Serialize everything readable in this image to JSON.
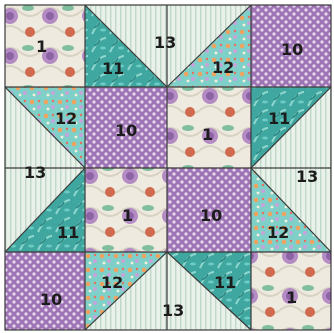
{
  "block": {
    "labels": {
      "r0c0": "1",
      "r0c1_top": "13",
      "r0c1_bottom": "11",
      "r0c2_top": "13",
      "r0c2_bottom": "12",
      "r0c3": "10",
      "r1c0_left": "13",
      "r1c0_right": "12",
      "r1c1": "10",
      "r1c2": "1",
      "r1c3_left": "11",
      "r1c3_right": "13",
      "r2c0_left": "13",
      "r2c0_right": "11",
      "r2c1": "1",
      "r2c2": "10",
      "r2c3_left": "12",
      "r2c3_right": "13",
      "r3c0": "10",
      "r3c1_top": "12",
      "r3c1_bottom": "13",
      "r3c2_top": "11",
      "r3c2_bottom": "13",
      "r3c3": "1"
    },
    "fabrics": {
      "fabric_1": "floral cream/lavender",
      "fabric_10": "purple dotted",
      "fabric_11": "teal leaf print",
      "fabric_12": "aqua small floral",
      "fabric_13": "pale green stripe"
    },
    "colors": {
      "lavender": "#b48cc4",
      "purple_dot": "#9f74b4",
      "teal": "#46b3ac",
      "aqua": "#7ed0c8",
      "stripe_bg": "#e9f1ea",
      "stripe_line": "#bfd8c8",
      "cream": "#f2efe6",
      "seam": "#3a3a3a"
    }
  }
}
